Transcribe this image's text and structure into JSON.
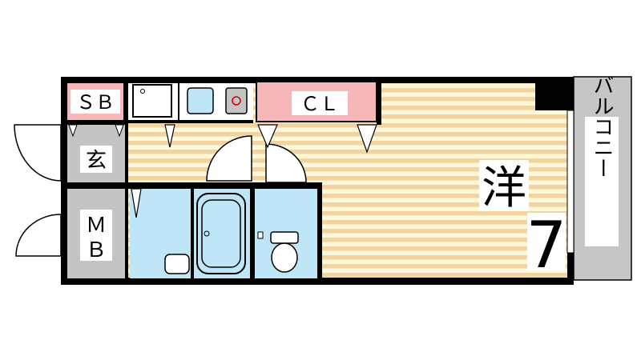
{
  "rooms": {
    "sb": "ＳＢ",
    "cl": "ＣＬ",
    "genkan": "玄",
    "mb_1": "Ｍ",
    "mb_2": "Ｂ",
    "western": "洋",
    "western_size": "7",
    "balcony": "バルコニー"
  },
  "colors": {
    "wall": "#000000",
    "floor_wood": "#f2d4a0",
    "floor_stripe": "#fdf8dc",
    "wet_area": "#bfe6f7",
    "storage": "#c4c4c4",
    "closet": "#f7b6b8",
    "balcony": "#c6c6c6"
  }
}
